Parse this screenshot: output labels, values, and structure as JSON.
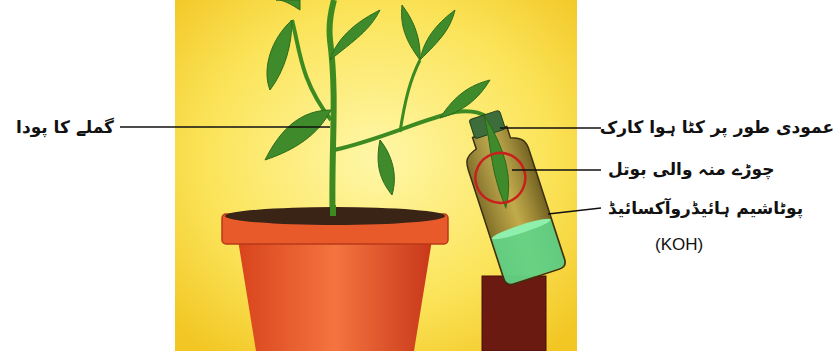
{
  "diagram": {
    "labels": [
      "گملے کا پودا",
      "عمودی طور پر کٹا ہوا کارک",
      "چوڑے منہ والی بوتل",
      "پوٹاشیم ہائیڈروآکسائیڈ",
      "(KOH)"
    ]
  }
}
